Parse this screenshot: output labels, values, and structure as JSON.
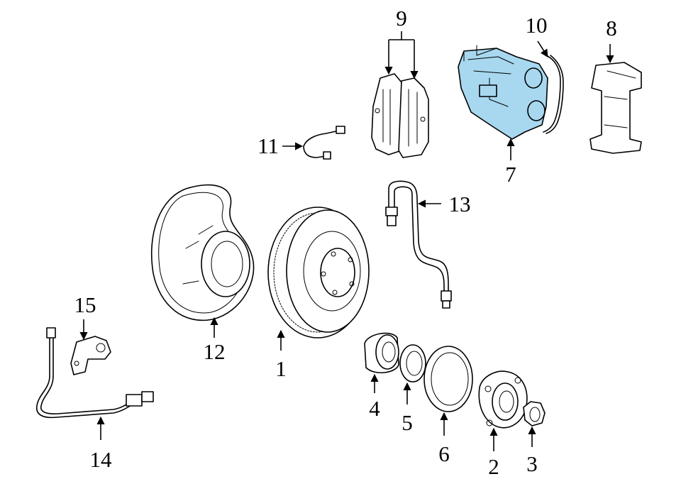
{
  "colors": {
    "highlight": "#a8d8f0",
    "line": "#000000",
    "background": "#ffffff"
  },
  "callouts": {
    "c1": "1",
    "c2": "2",
    "c3": "3",
    "c4": "4",
    "c5": "5",
    "c6": "6",
    "c7": "7",
    "c8": "8",
    "c9": "9",
    "c10": "10",
    "c11": "11",
    "c12": "12",
    "c13": "13",
    "c14": "14",
    "c15": "15"
  }
}
